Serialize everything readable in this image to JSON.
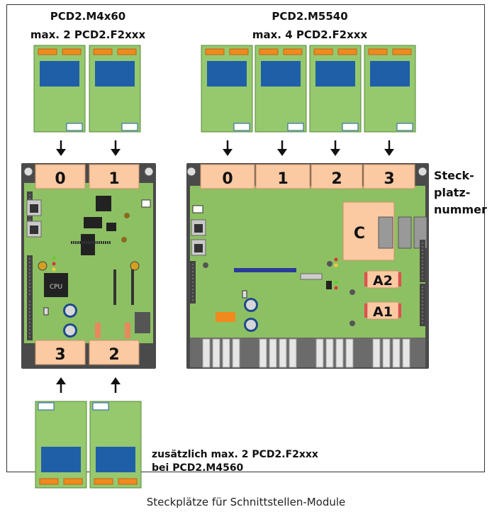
{
  "left_title": "PCD2.M4x60",
  "left_subtitle": "max. 2 PCD2.F2xxx",
  "right_title": "PCD2.M5540",
  "right_subtitle": "max. 4 PCD2.F2xxx",
  "slot_label": [
    "Steck-",
    "platz-",
    "nummer"
  ],
  "bottom_note": [
    "zusätzlich max. 2 PCD2.F2xxx",
    "bei PCD2.M4560"
  ],
  "caption": "Steckplätze für Schnittstellen-Module",
  "left_slots_top": [
    "0",
    "1"
  ],
  "left_slots_bottom": [
    "3",
    "2"
  ],
  "right_slots": [
    "0",
    "1",
    "2",
    "3"
  ],
  "right_special": [
    "C",
    "A2",
    "A1"
  ],
  "board_marks": {
    "cpu": "CPU"
  },
  "colors": {
    "module_green": "#96c86e",
    "board_green": "#8dc063",
    "slot_orange": "#fbc9a2",
    "connector_orange": "#f08a1e",
    "chip_blue": "#1f5fa8",
    "rail_gray": "#6b6b6b"
  }
}
